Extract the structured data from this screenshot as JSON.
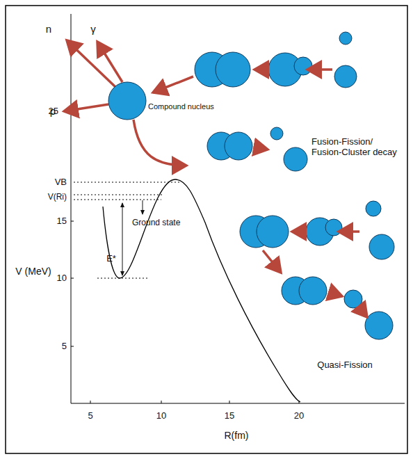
{
  "diagram": {
    "nodes": [
      {
        "text": [
          "Compound nucleus"
        ]
      }
    ],
    "labels": [
      "n",
      "γ",
      "p",
      "25",
      "VB",
      "V(Ri)",
      "Ground state",
      "E*",
      "15",
      "10",
      "5",
      "V (MeV)",
      "Fusion-Fission/ Fusion-Cluster decay",
      "Quasi-Fission",
      "5",
      "10",
      "15",
      "20",
      "R(fm)"
    ]
  }
}
